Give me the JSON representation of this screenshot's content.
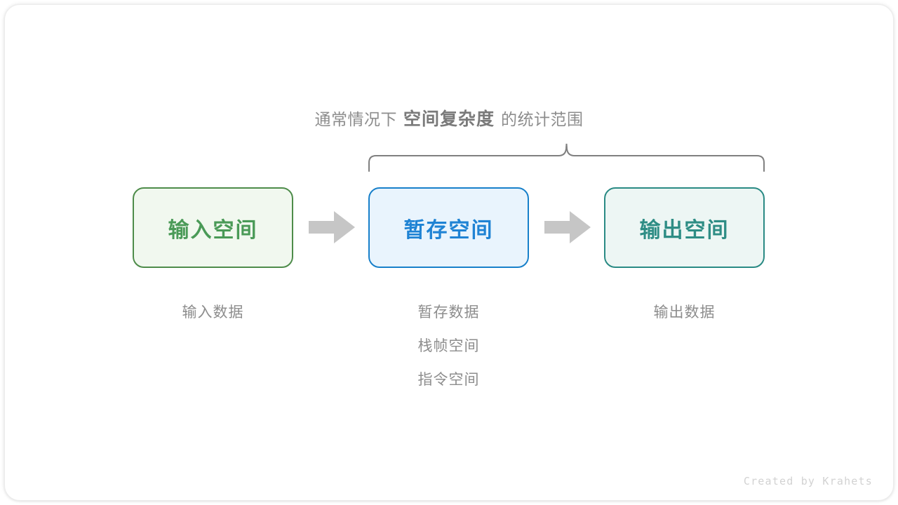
{
  "caption": {
    "prefix": "通常情况下",
    "highlight": "空间复杂度",
    "suffix": "的统计范围"
  },
  "boxes": [
    {
      "title": "输入空间",
      "border_color": "#4e8c4a",
      "fill_color": "#f1f8ef",
      "text_color": "#4a9a57"
    },
    {
      "title": "暂存空间",
      "border_color": "#1880ca",
      "fill_color": "#e9f4fd",
      "text_color": "#1f83d4"
    },
    {
      "title": "输出空间",
      "border_color": "#2a8a84",
      "fill_color": "#edf6f4",
      "text_color": "#2e8d85"
    }
  ],
  "sublabels": {
    "input": [
      "输入数据"
    ],
    "temp": [
      "暂存数据",
      "栈帧空间",
      "指令空间"
    ],
    "output": [
      "输出数据"
    ]
  },
  "arrows": {
    "icon": "right-arrow-icon",
    "color": "#c6c6c6",
    "count": 2
  },
  "brace": {
    "icon": "curly-brace-icon",
    "color": "#808080",
    "spans_boxes": [
      "暂存空间",
      "输出空间"
    ]
  },
  "watermark": "Created by Krahets",
  "colors": {
    "page_background": "#ffffff",
    "caption_text": "#8d8d8d",
    "caption_highlight": "#7a7a7a",
    "sublabel_text": "#8d8d8d",
    "watermark_text": "#d2d2d2",
    "card_border": "#ececec"
  }
}
